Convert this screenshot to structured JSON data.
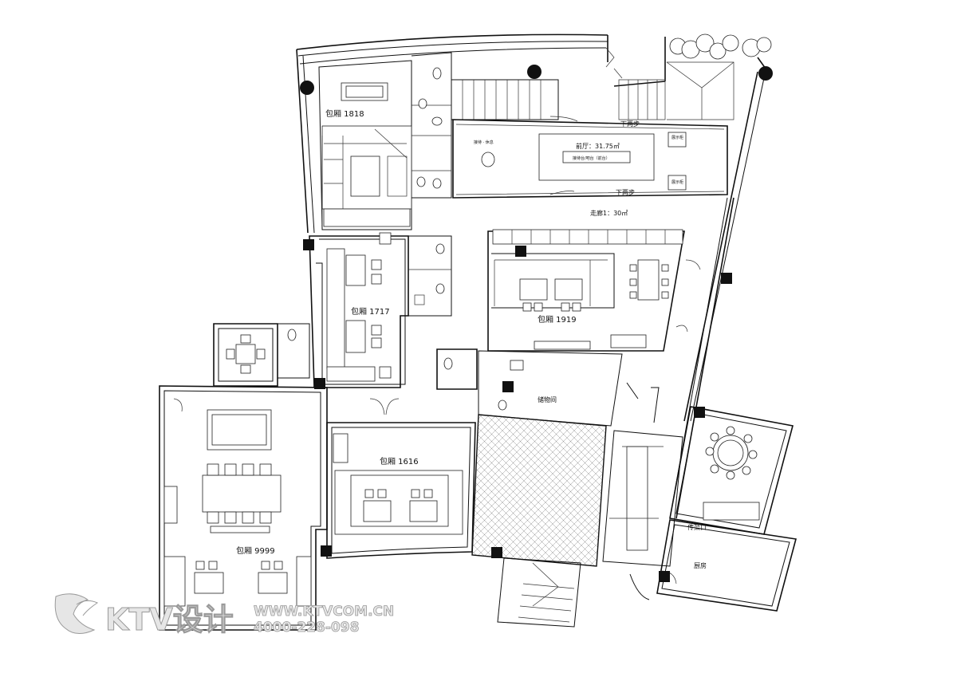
{
  "rooms": {
    "room_1818": "包厢  1818",
    "room_1717": "包厢  1717",
    "room_1919": "包厢  1919",
    "room_1616": "包厢  1616",
    "room_9999": "包厢  9999"
  },
  "areas": {
    "lobby": "前厅：31.75㎡",
    "lobby_desk": "接待台/吧台（前台）",
    "corridor": "走廊1：30㎡",
    "steps_down_top": "下两步",
    "steps_down_bottom": "下两步",
    "storage": "储物间",
    "serving_window": "传菜口",
    "kitchen": "厨房",
    "lobby_left_note": "接待 · 休息",
    "display_1": "展示柜",
    "display_2": "展示柜"
  },
  "watermark": {
    "brand": "KTV设计",
    "url": "WWW.KTVCOM.CN",
    "phone": "4000-228-098"
  }
}
